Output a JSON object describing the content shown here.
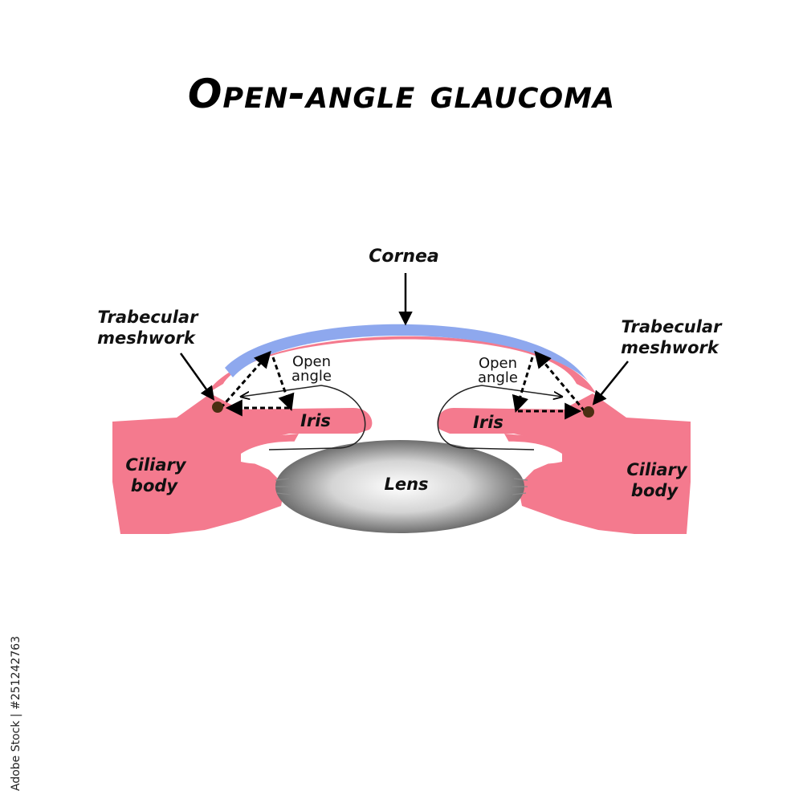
{
  "title": "Open-angle glaucoma",
  "labels": {
    "cornea": "Cornea",
    "trabecular_left_1": "Trabecular",
    "trabecular_left_2": "meshwork",
    "trabecular_right_1": "Trabecular",
    "trabecular_right_2": "meshwork",
    "open_left_1": "Open",
    "open_left_2": "angle",
    "open_right_1": "Open",
    "open_right_2": "angle",
    "iris_left": "Iris",
    "iris_right": "Iris",
    "ciliary_left_1": "Ciliary",
    "ciliary_left_2": "body",
    "ciliary_right_1": "Ciliary",
    "ciliary_right_2": "body",
    "lens": "Lens"
  },
  "stock_id": "Adobe Stock | #251242763",
  "colors": {
    "tissue": "#f47a8e",
    "cornea_inner": "#8ea8ee",
    "meshwork": "#4a2e12",
    "lens_center": "#ffffff",
    "lens_edge": "#6e6e6e",
    "background": "#ffffff"
  }
}
